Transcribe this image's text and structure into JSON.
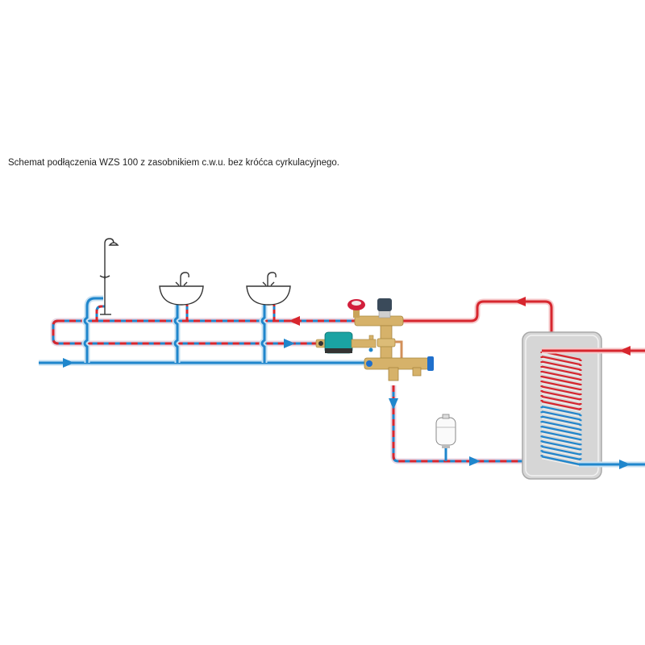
{
  "caption": "Schemat podłączenia WZS 100 z zasobnikiem c.w.u. bez króćca cyrkulacyjnego.",
  "colors": {
    "hot": "#d7262e",
    "cold": "#1f86cc",
    "hot_halo": "#f6c9cb",
    "cold_halo": "#c6e0f2",
    "tank_fill": "#d6d6d6",
    "tank_stroke": "#9a9a9a",
    "brass": "#d6b26a",
    "pump": "#1aa3a3",
    "outline": "#333333"
  },
  "components": {
    "fixtures": [
      "shower",
      "washbasin-1",
      "washbasin-2"
    ],
    "mixing_group": "WZS 100",
    "pump": "circulation-pump",
    "mixing_valve": "thermostatic-mixing-valve",
    "shutoff_valve": "red-handle-valve",
    "expansion_vessel": "expansion-vessel",
    "storage_tank": "hot-water-storage-tank-with-coil"
  },
  "flows": [
    {
      "name": "cold-water-inlet",
      "type": "cold",
      "direction": "right"
    },
    {
      "name": "mixed-water-return-to-valve",
      "type": "mixed",
      "direction": "left"
    },
    {
      "name": "mixed-water-supply-to-fixtures",
      "type": "mixed",
      "direction": "right"
    },
    {
      "name": "hot-water-from-tank",
      "type": "hot",
      "direction": "left"
    },
    {
      "name": "cold-feed-to-tank",
      "type": "mixed",
      "direction": "down-right"
    },
    {
      "name": "heating-coil-inlet",
      "type": "hot",
      "direction": "left"
    },
    {
      "name": "heating-coil-outlet",
      "type": "cold",
      "direction": "right"
    }
  ]
}
